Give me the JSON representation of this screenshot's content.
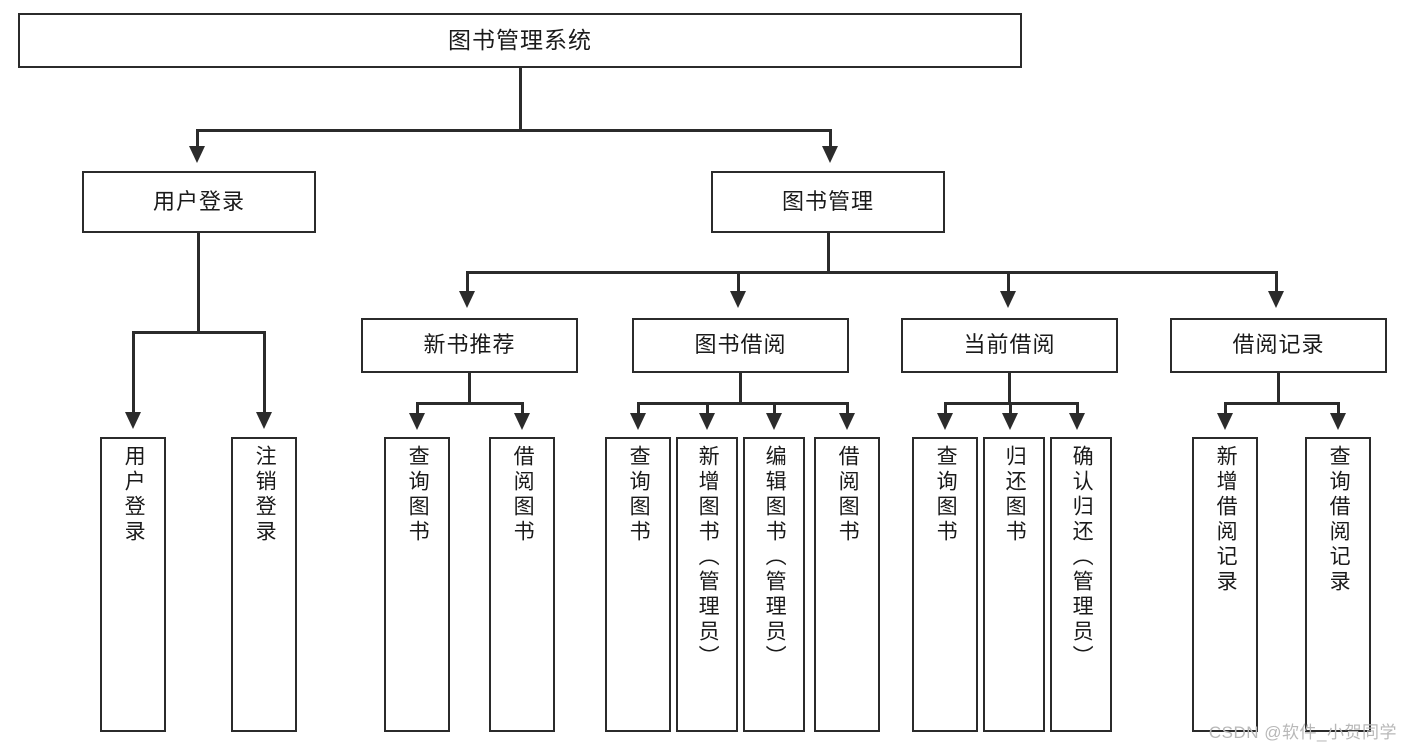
{
  "diagram": {
    "title": "图书管理系统",
    "type": "tree-hierarchy",
    "orientation": "top-down"
  },
  "root": {
    "label": "图书管理系统"
  },
  "level2": [
    {
      "label": "用户登录"
    },
    {
      "label": "图书管理"
    }
  ],
  "level3": [
    {
      "label": "新书推荐"
    },
    {
      "label": "图书借阅"
    },
    {
      "label": "当前借阅"
    },
    {
      "label": "借阅记录"
    }
  ],
  "leaves": {
    "user_login": [
      {
        "label": "用户登录"
      },
      {
        "label": "注销登录"
      }
    ],
    "new_book_recommend": [
      {
        "label": "查询图书"
      },
      {
        "label": "借阅图书"
      }
    ],
    "book_borrow": [
      {
        "label": "查询图书"
      },
      {
        "label": "新增图书（管理员）"
      },
      {
        "label": "编辑图书（管理员）"
      },
      {
        "label": "借阅图书"
      }
    ],
    "current_borrow": [
      {
        "label": "查询图书"
      },
      {
        "label": "归还图书"
      },
      {
        "label": "确认归还（管理员）"
      }
    ],
    "borrow_record": [
      {
        "label": "新增借阅记录"
      },
      {
        "label": "查询借阅记录"
      }
    ]
  },
  "watermark": {
    "text": "CSDN @软件_小贺同学"
  },
  "colors": {
    "stroke": "#2b2b2b",
    "background": "#ffffff",
    "text": "#1a1a1a",
    "watermark": "#b8b8b8"
  }
}
